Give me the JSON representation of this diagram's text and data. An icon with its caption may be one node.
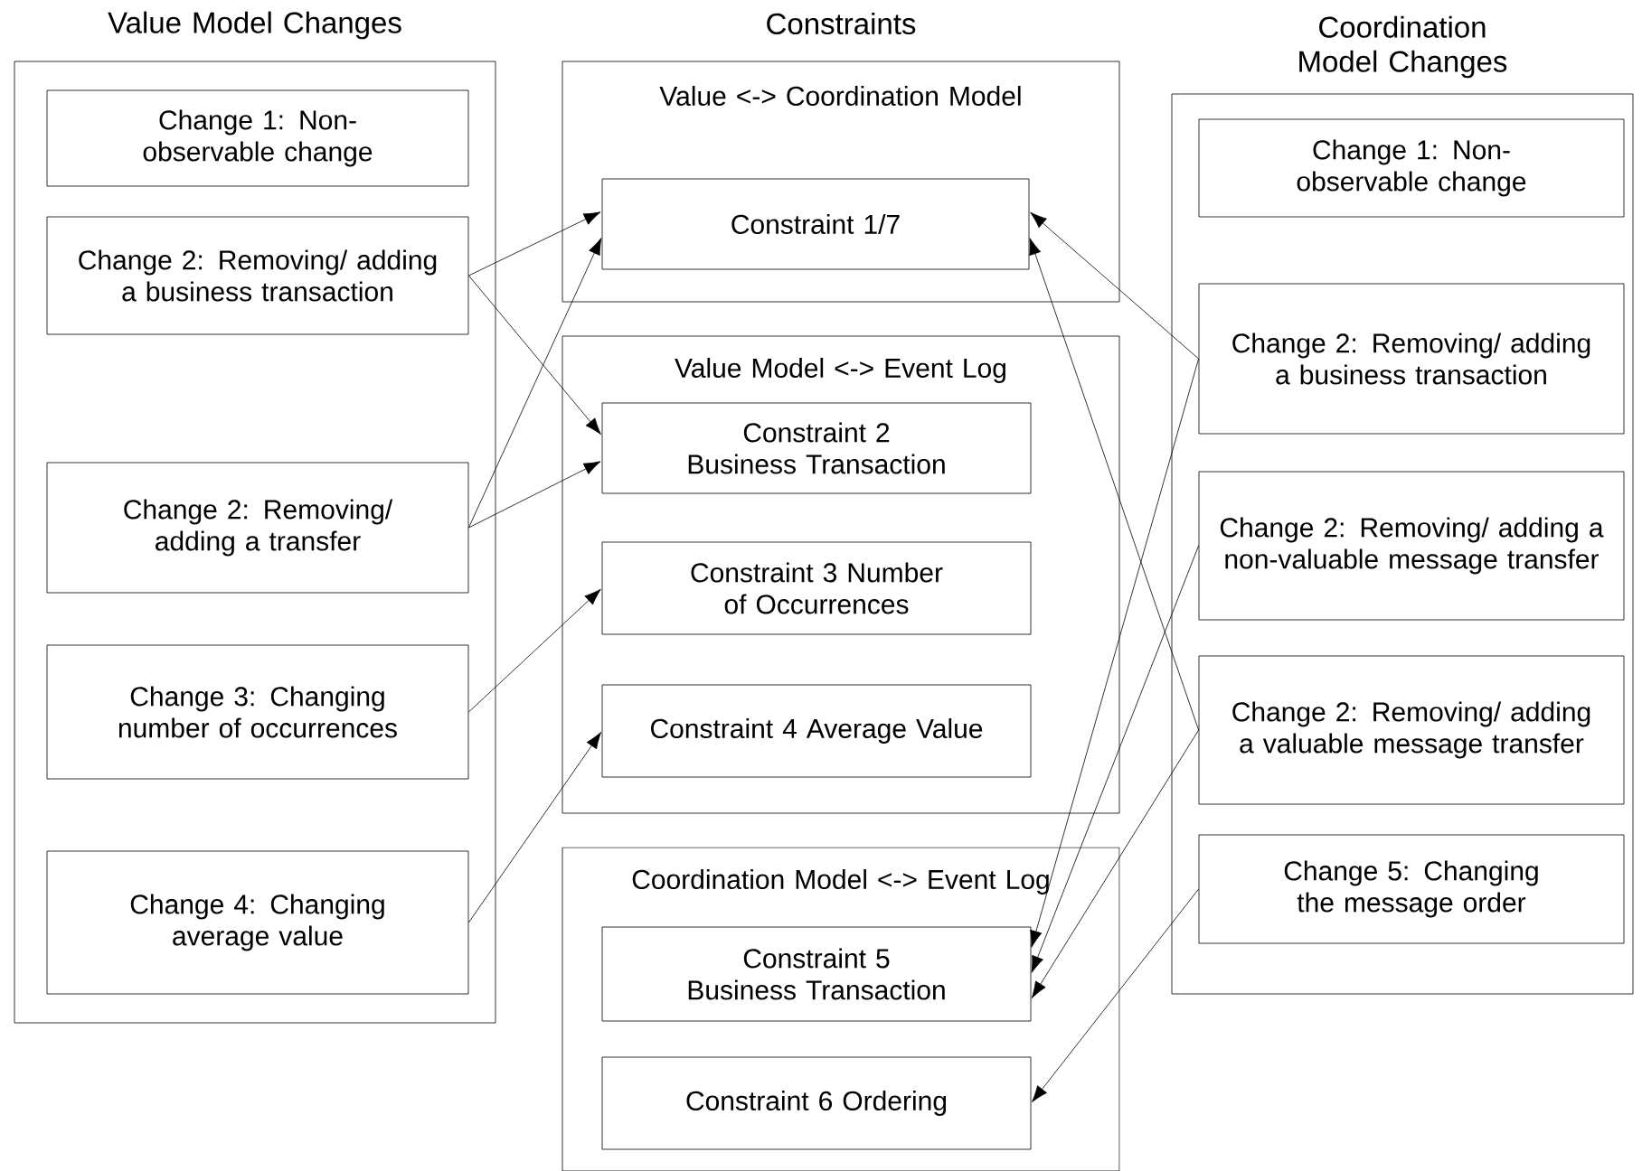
{
  "diagram": {
    "nodes": [
      {
        "text": [
          "Value Model Changes"
        ]
      },
      {
        "text": [
          "Change 1: Non-observable change"
        ],
        "in": 0
      },
      {
        "text": [
          "Change 2: Removing/ adding a business transaction"
        ],
        "in": 0
      },
      {
        "text": [
          "Change 2: Removing/ adding a transfer"
        ],
        "in": 0
      },
      {
        "text": [
          "Change 3: Changing number of occurrences"
        ],
        "in": 0
      },
      {
        "text": [
          "Change 4: Changing average value"
        ],
        "in": 0
      },
      {
        "text": [
          "Value <-> Coordination Model"
        ]
      },
      {
        "text": [
          "Constraint 1/7"
        ],
        "in": 6
      },
      {
        "text": [
          "Value Model <-> Event Log"
        ]
      },
      {
        "text": [
          "Constraint 2 Business Transaction"
        ],
        "in": 8
      },
      {
        "text": [
          "Constraint 3 Number of Occurrences"
        ],
        "in": 8
      },
      {
        "text": [
          "Constraint 4 Average Value"
        ],
        "in": 8
      },
      {
        "text": [
          "Coordination Model <-> Event Log"
        ]
      },
      {
        "text": [
          "Constraint 5 Business Transaction"
        ],
        "in": 12
      },
      {
        "text": [
          "Constraint 6 Ordering"
        ],
        "in": 12
      },
      {
        "text": [
          "Coordination Model Changes"
        ]
      },
      {
        "text": [
          "Change 1: Non-observable change"
        ],
        "in": 15
      },
      {
        "text": [
          "Change 2: Removing/ adding a business transaction"
        ],
        "in": 15
      },
      {
        "text": [
          "Change 2: Removing/ adding a non-valuable message transfer"
        ],
        "in": 15
      },
      {
        "text": [
          "Change 2: Removing/ adding a valuable message transfer"
        ],
        "in": 15
      },
      {
        "text": [
          "Change 5: Changing the message order"
        ],
        "in": 15
      }
    ],
    "edges": [
      {
        "from": 2,
        "to": 7,
        "arrow": "to"
      },
      {
        "from": 2,
        "to": 9,
        "arrow": "to"
      },
      {
        "from": 3,
        "to": 7,
        "arrow": "to"
      },
      {
        "from": 3,
        "to": 9,
        "arrow": "to"
      },
      {
        "from": 4,
        "to": 10,
        "arrow": "to"
      },
      {
        "from": 5,
        "to": 11,
        "arrow": "to"
      },
      {
        "from": 17,
        "to": 7,
        "arrow": "to"
      },
      {
        "from": 17,
        "to": 13,
        "arrow": "to"
      },
      {
        "from": 18,
        "to": 13,
        "arrow": "to"
      },
      {
        "from": 19,
        "to": 7,
        "arrow": "to"
      },
      {
        "from": 19,
        "to": 13,
        "arrow": "to"
      },
      {
        "from": 20,
        "to": 14,
        "arrow": "to"
      }
    ],
    "labels": [
      "Constraints"
    ]
  }
}
